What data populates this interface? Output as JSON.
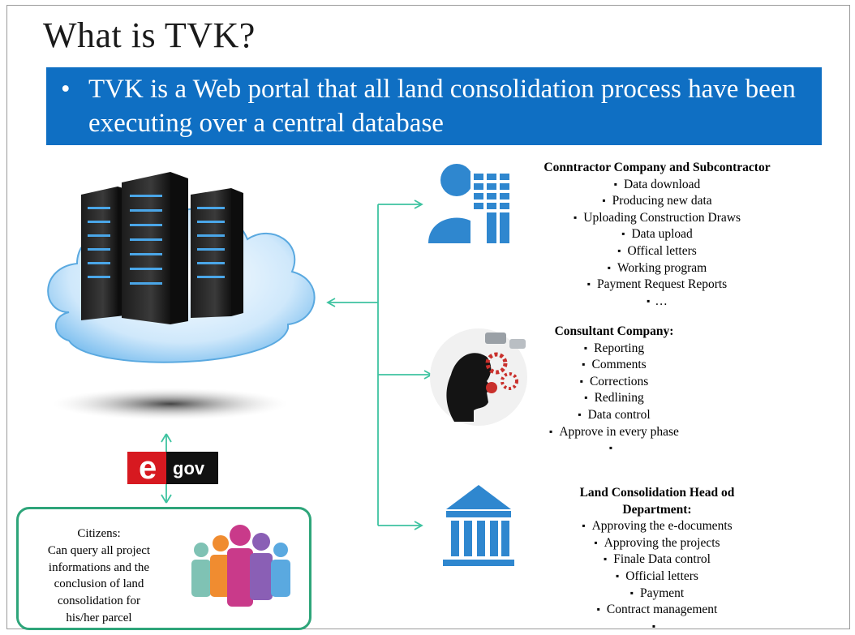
{
  "slide": {
    "title": "What is TVK?",
    "banner": {
      "bullet": "•",
      "text": "TVK is a Web portal that all land consolidation process have been executing over a central database"
    }
  },
  "colors": {
    "banner": "#0f6fc3",
    "arrow": "#3ec3a0",
    "citizens_border": "#2ea57a",
    "icon_blue": "#2f87cf"
  },
  "egov_logo": {
    "text_e": "e",
    "text_gov": "gov"
  },
  "roles": [
    {
      "title": "Conntractor Company and Subcontractor",
      "items": [
        "Data download",
        "Producing new data",
        "Uploading Construction Draws",
        "Data upload",
        "Offical letters",
        "Working program",
        "Payment Request Reports",
        "…"
      ]
    },
    {
      "title": "Consultant Company:",
      "items": [
        "Reporting",
        "Comments",
        "Corrections",
        "Redlining",
        "Data control",
        "Approve in every phase",
        ""
      ]
    },
    {
      "title_line1": "Land Consolidation Head od",
      "title_line2": "Department:",
      "items": [
        "Approving the e-documents",
        "Approving the projects",
        "Finale Data control",
        "Official letters",
        "Payment",
        "Contract management",
        ""
      ]
    }
  ],
  "citizens": {
    "title": "Citizens:",
    "lines": [
      "Can query all project",
      "informations and the",
      "conclusion of land",
      "consolidation for",
      "his/her parcel"
    ]
  },
  "icons": [
    "cloud-server-icon",
    "contractor-person-building-icon",
    "consultant-head-gears-icon",
    "government-building-icon",
    "people-group-icon",
    "egov-logo"
  ]
}
